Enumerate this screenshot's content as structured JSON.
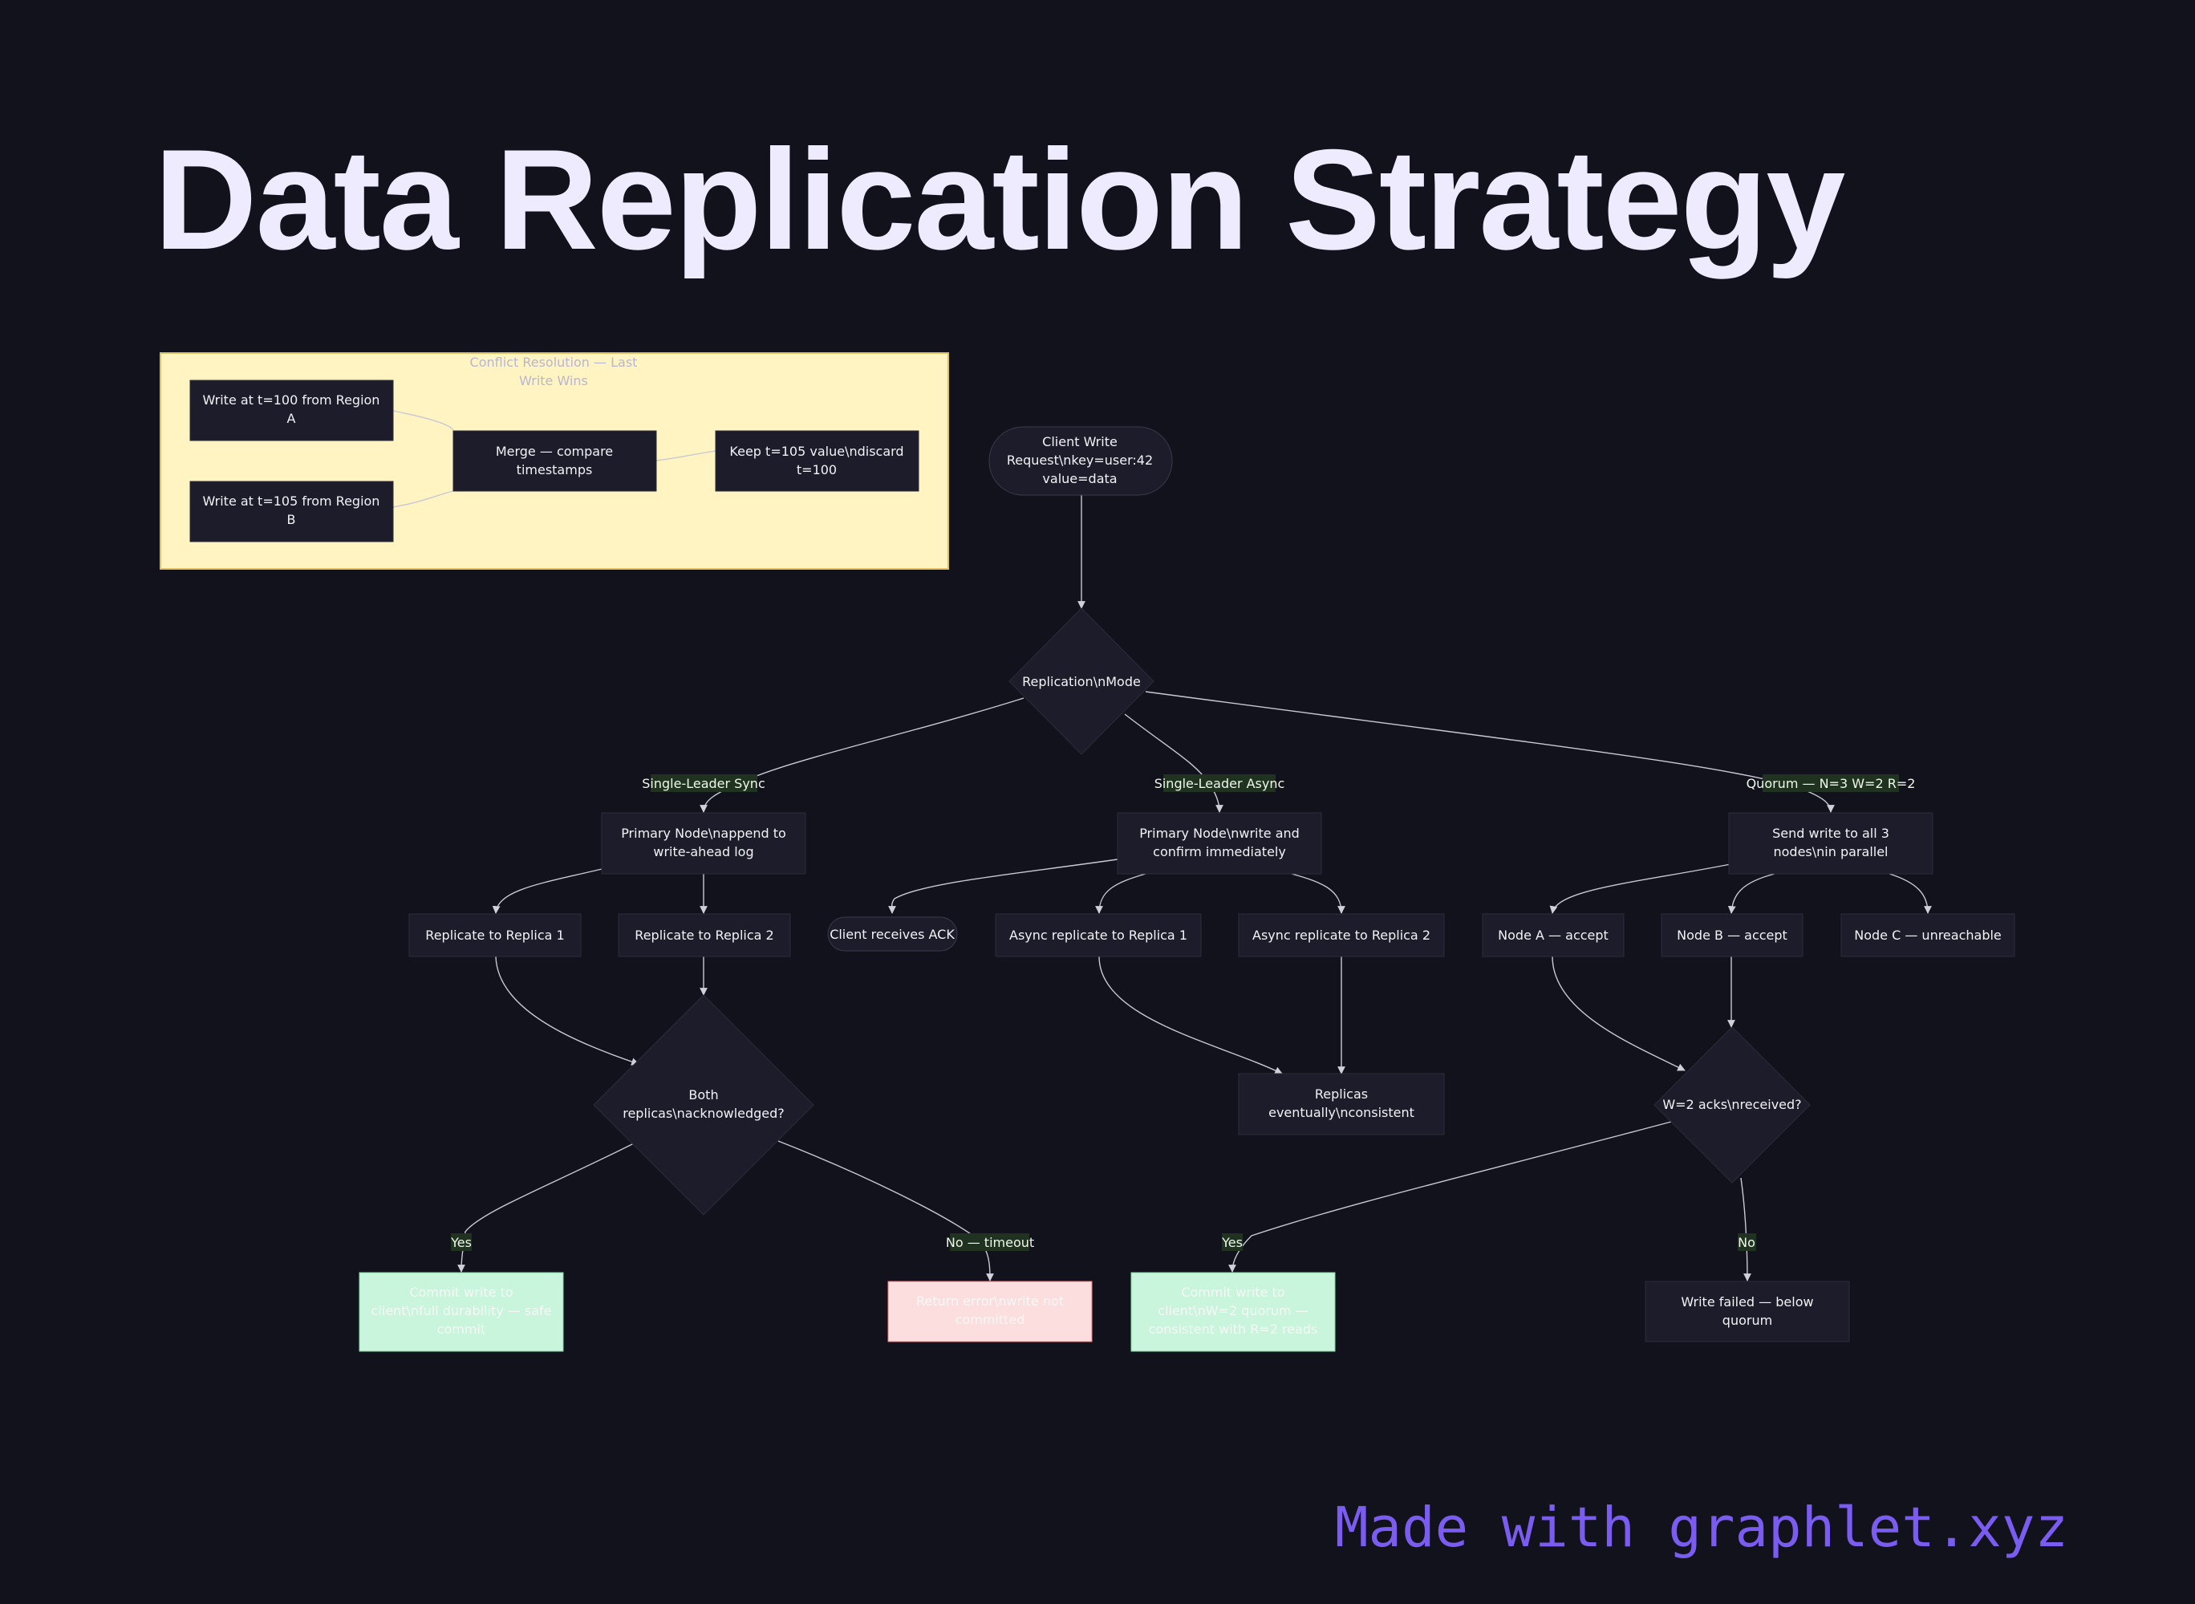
{
  "title": "Data Replication Strategy",
  "watermark": "Made with graphlet.xyz",
  "colors": {
    "background": "#12121c",
    "node_fill": "#1d1c2a",
    "node_stroke": "#2c2b3c",
    "edge": "#c9c9d4",
    "group_fill": "#fff4c2",
    "group_stroke": "#e0c060",
    "success_fill": "#c8f5dc",
    "success_stroke": "#7fd6a5",
    "error_fill": "#fddede",
    "error_stroke": "#f07c7c",
    "edge_label_bg": "#1f3320",
    "title": "#eeeaff",
    "watermark": "#7a5cf0"
  },
  "group": {
    "label": "Conflict Resolution — Last\nWrite Wins",
    "nodes": {
      "write_a": "Write at t=100 from Region\nA",
      "write_b": "Write at t=105 from Region\nB",
      "merge": "Merge — compare\ntimestamps",
      "keep": "Keep t=105 value\\ndiscard\nt=100"
    }
  },
  "nodes": {
    "client": "Client Write\nRequest\\nkey=user:42\nvalue=data",
    "mode": "Replication\\nMode",
    "sync_primary": "Primary Node\\nappend to\nwrite-ahead log",
    "async_primary": "Primary Node\\nwrite and\nconfirm immediately",
    "quorum_send": "Send write to all 3\nnodes\\nin parallel",
    "rep1": "Replicate to Replica 1",
    "rep2": "Replicate to Replica 2",
    "client_ack": "Client receives ACK",
    "async_rep1": "Async replicate to Replica 1",
    "async_rep2": "Async replicate to Replica 2",
    "node_a": "Node A — accept",
    "node_b": "Node B — accept",
    "node_c": "Node C — unreachable",
    "both_ack": "Both\nreplicas\\nacknowledged?",
    "eventual": "Replicas\neventually\\nconsistent",
    "w2_ack": "W=2 acks\\nreceived?",
    "sync_success": "Commit write to\nclient\\nfull durability — safe\ncommit",
    "sync_error": "Return error\\nwrite not\ncommitted",
    "quorum_success": "Commit write to\nclient\\nW=2 quorum —\nconsistent with R=2 reads",
    "write_failed": "Write failed — below\nquorum"
  },
  "edge_labels": {
    "sync": "Single-Leader Sync",
    "async": "Single-Leader Async",
    "quorum": "Quorum — N=3 W=2 R=2",
    "yes1": "Yes",
    "no_timeout": "No — timeout",
    "yes2": "Yes",
    "no2": "No"
  }
}
